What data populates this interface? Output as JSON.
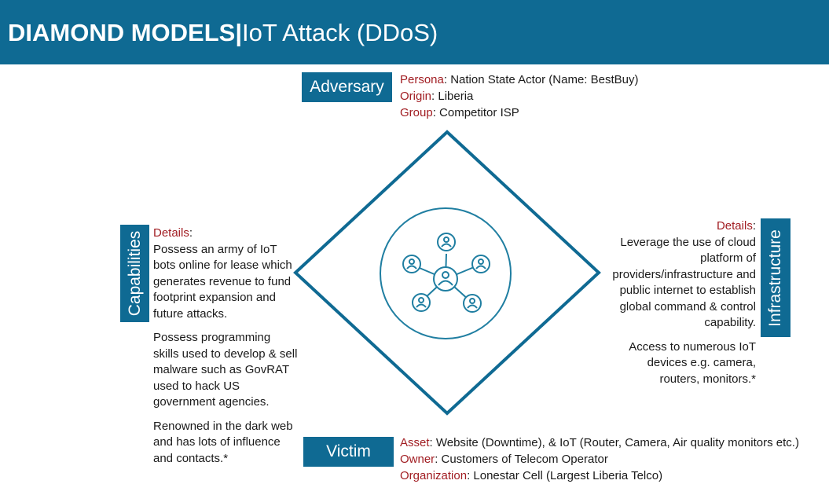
{
  "header": {
    "title_bold": "DIAMOND MODELS",
    "title_sep": "|",
    "title_rest": "IoT Attack (DDoS)"
  },
  "adversary": {
    "label": "Adversary",
    "rows": [
      {
        "key": "Persona",
        "value": ": Nation State Actor (Name: BestBuy)"
      },
      {
        "key": "Origin",
        "value": ": Liberia"
      },
      {
        "key": "Group",
        "value": ": Competitor ISP"
      }
    ]
  },
  "victim": {
    "label": "Victim",
    "rows": [
      {
        "key": "Asset",
        "value": ": Website (Downtime), & IoT (Router, Camera, Air quality monitors etc.)"
      },
      {
        "key": "Owner",
        "value": ": Customers of Telecom Operator"
      },
      {
        "key": "Organization",
        "value": ": Lonestar Cell (Largest Liberia Telco)"
      }
    ]
  },
  "capabilities": {
    "label": "Capabilities",
    "details_key": "Details",
    "details_colon": ":",
    "paragraphs": [
      "Possess an army of IoT bots online for lease which generates revenue to fund footprint expansion and future attacks.",
      "Possess programming skills used to develop & sell malware such as GovRAT used to hack US government agencies.",
      "Renowned in the dark web and has lots of influence and contacts.*"
    ]
  },
  "infrastructure": {
    "label": "Infrastructure",
    "details_key": "Details",
    "details_colon": ":",
    "paragraphs": [
      "Leverage the use of cloud platform of providers/infrastructure and public internet to establish global command & control capability.",
      "Access to numerous IoT devices e.g. camera, routers, monitors.*"
    ]
  },
  "colors": {
    "brand_blue": "#0f6a93",
    "key_red": "#a11d22",
    "icon_teal": "#1f7ea1"
  },
  "icons": {
    "center": "network-people-icon"
  }
}
